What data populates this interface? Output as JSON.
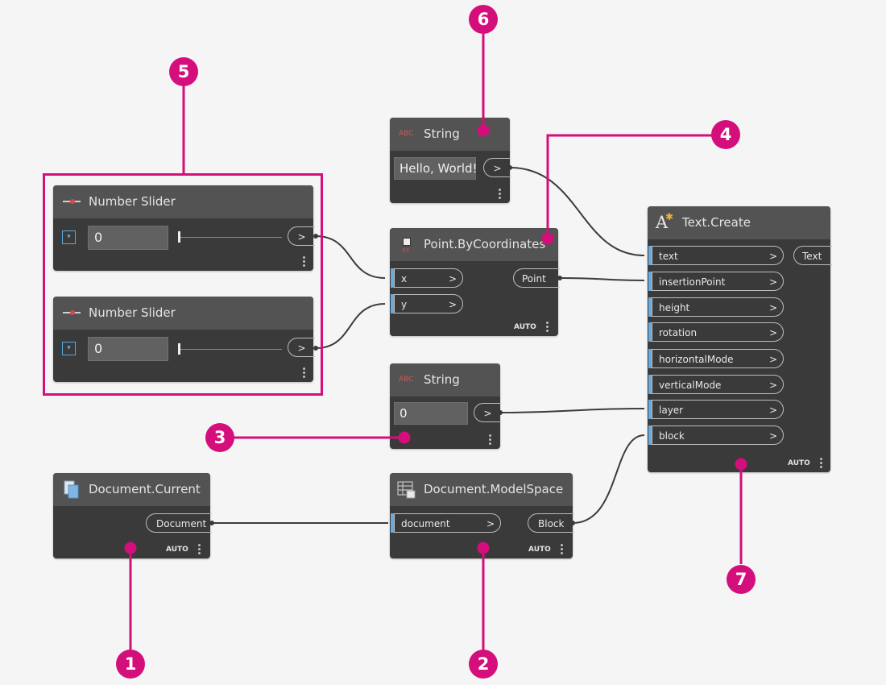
{
  "nodes": {
    "number_slider_1": {
      "title": "Number Slider",
      "value": "0",
      "output_arrow": ">"
    },
    "number_slider_2": {
      "title": "Number Slider",
      "value": "0",
      "output_arrow": ">"
    },
    "string_hello": {
      "title": "String",
      "icon_text": "ABC",
      "value": "Hello, World!",
      "output_arrow": ">"
    },
    "point_by_coordinates": {
      "title": "Point.ByCoordinates",
      "icon_text": "XY",
      "inputs": [
        "x",
        "y"
      ],
      "output": "Point",
      "lacing": "AUTO"
    },
    "string_zero": {
      "title": "String",
      "icon_text": "ABC",
      "value": "0",
      "output_arrow": ">"
    },
    "document_current": {
      "title": "Document.Current",
      "output": "Document",
      "lacing": "AUTO"
    },
    "document_modelspace": {
      "title": "Document.ModelSpace",
      "inputs": [
        "document"
      ],
      "output": "Block",
      "lacing": "AUTO"
    },
    "text_create": {
      "title": "Text.Create",
      "inputs": [
        "text",
        "insertionPoint",
        "height",
        "rotation",
        "horizontalMode",
        "verticalMode",
        "layer",
        "block"
      ],
      "output": "Text",
      "lacing": "AUTO"
    }
  },
  "port_arrow": ">",
  "callouts": [
    "1",
    "2",
    "3",
    "4",
    "5",
    "6",
    "7"
  ],
  "colors": {
    "accent": "#d40e7a",
    "canvas": "#f5f5f5",
    "node_body": "#3a3a3a",
    "node_header": "#535353",
    "port_marker": "#6aa9dc"
  },
  "icons": {
    "number_slider": "slider-icon",
    "string": "abc-string-icon",
    "point": "point-xy-icon",
    "document": "document-icon",
    "modelspace": "table-grid-icon",
    "text_create": "text-sparkle-icon"
  }
}
